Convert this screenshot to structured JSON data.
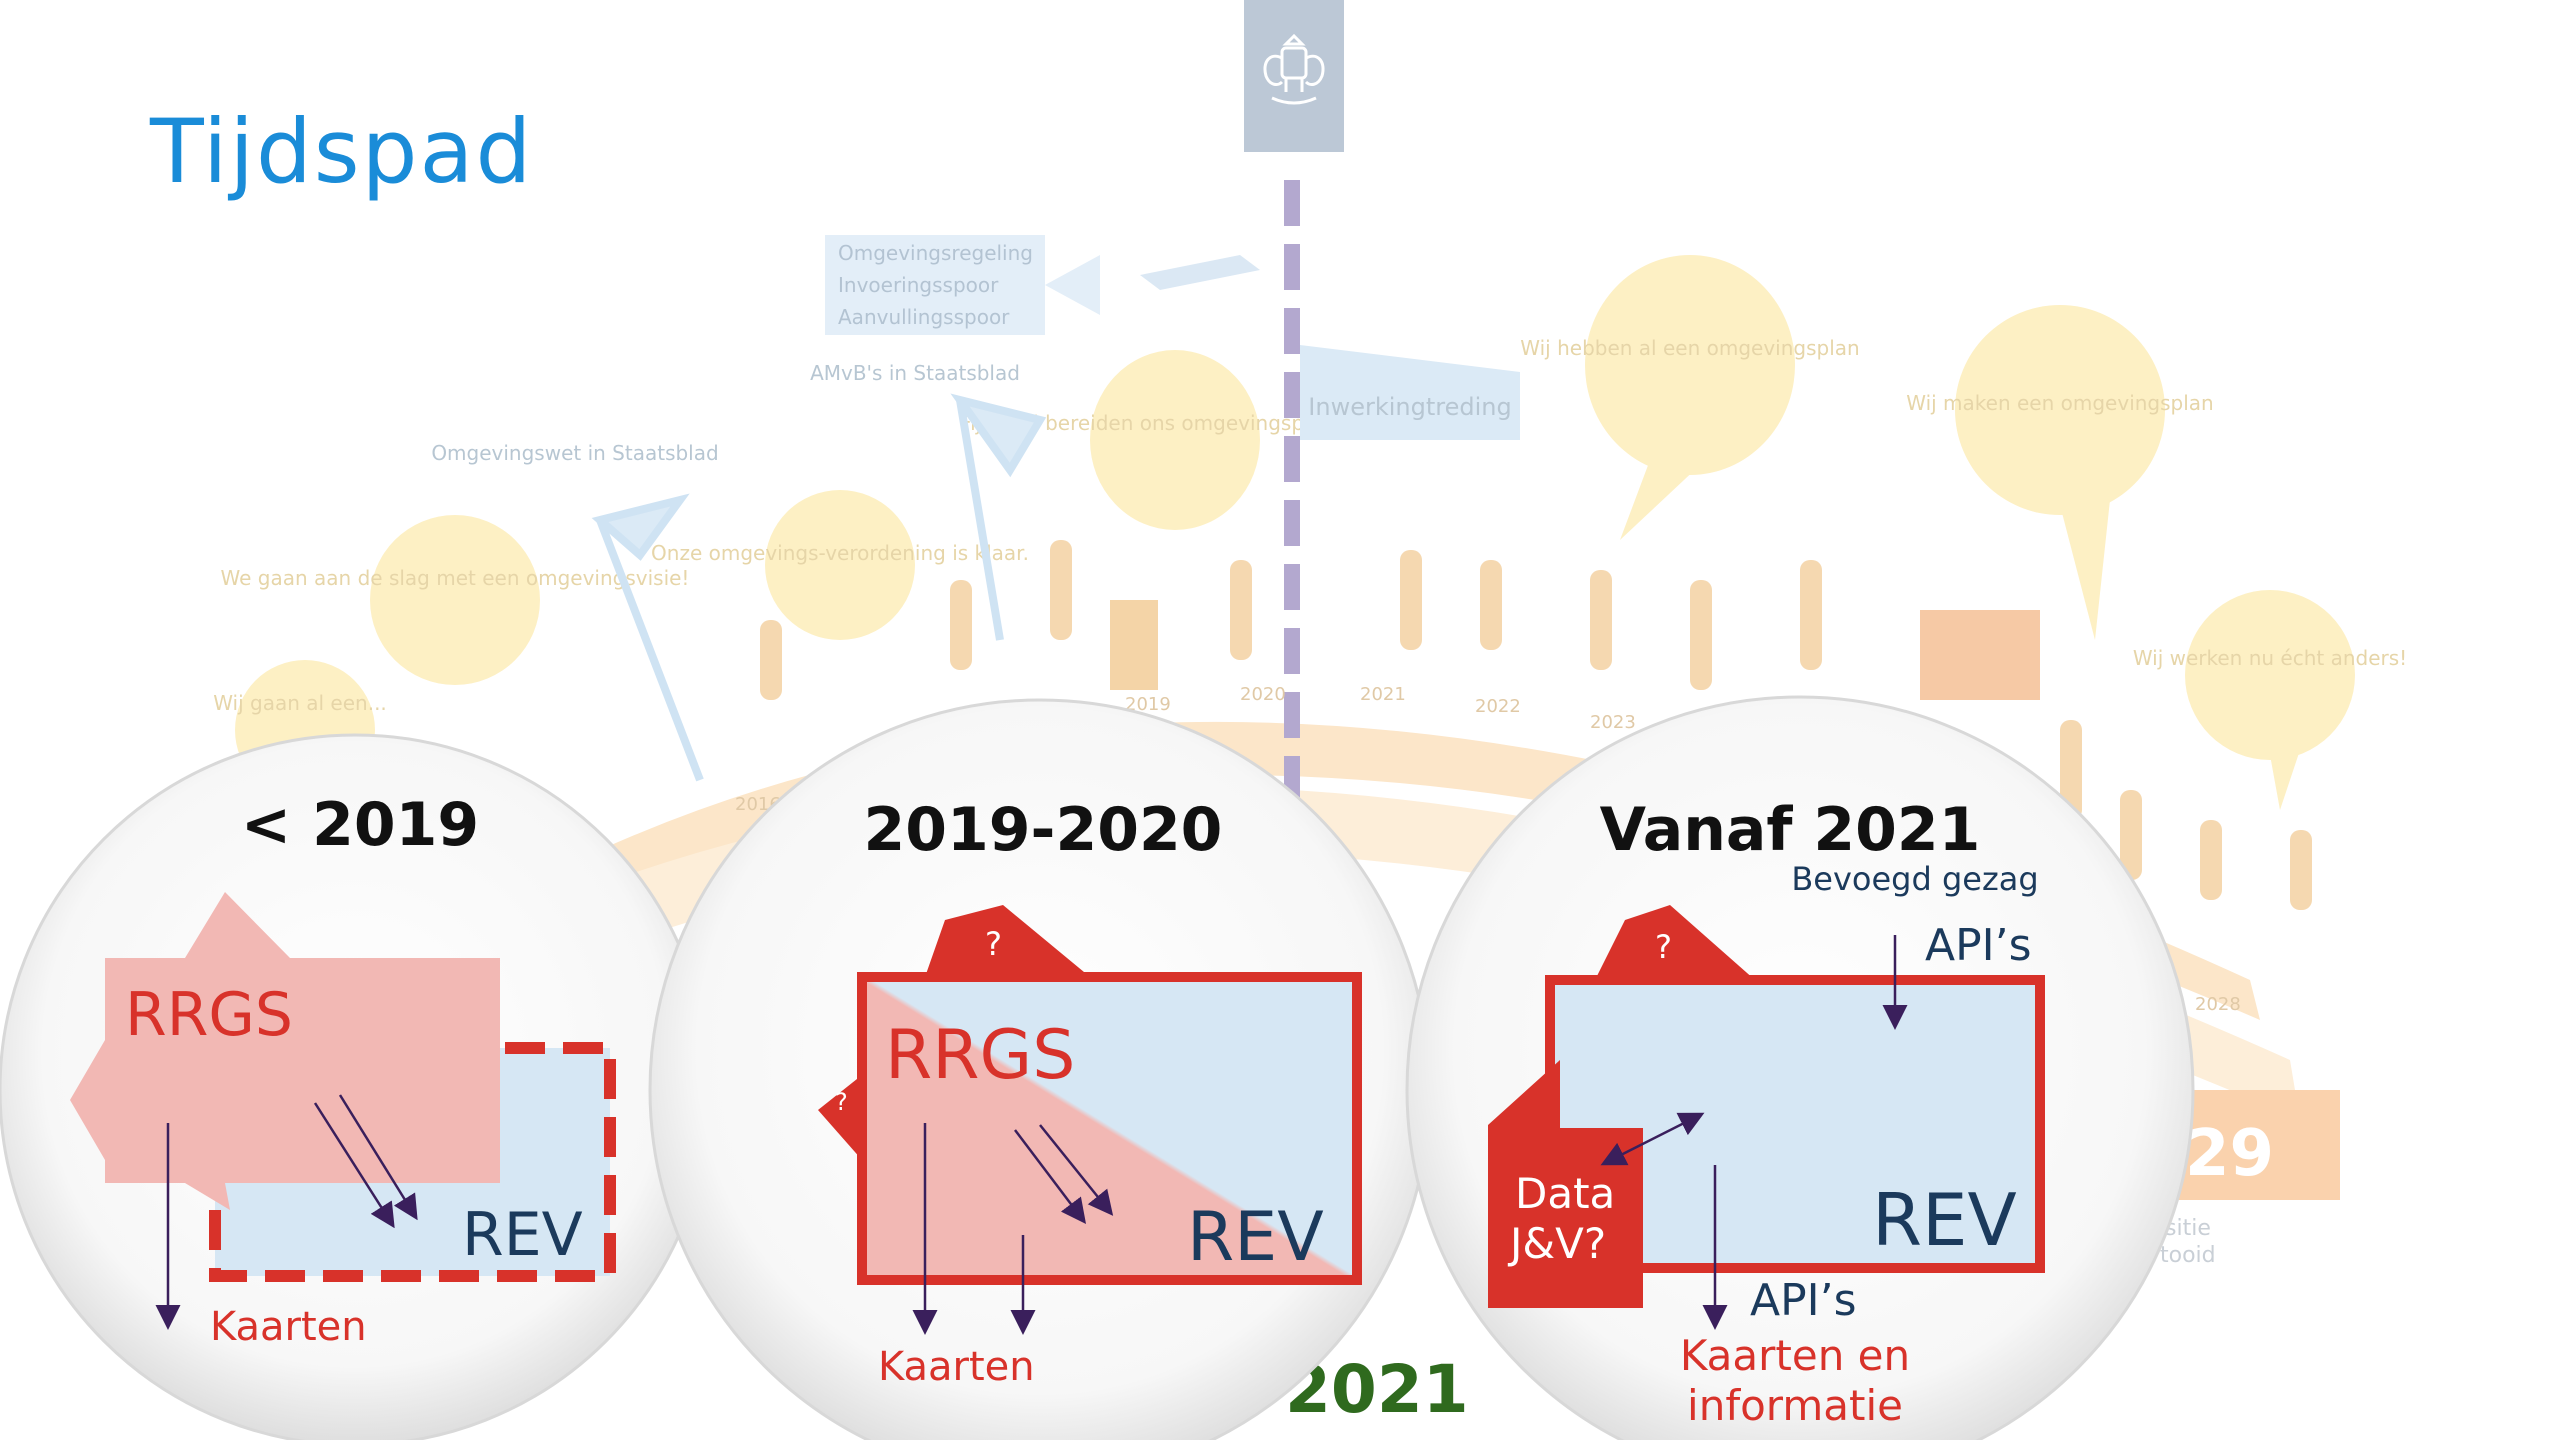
{
  "page": {
    "title": "Tijdspad"
  },
  "background_timeline": {
    "overlay_bubbles": [
      "Wij gaan al een...",
      "We gaan aan de slag met een omgevingsvisie!",
      "Onze omgevings-verordening is klaar.",
      "Fijn! Wij bereiden ons omgevingsplan voor.",
      "Wij hebben al een omgevingsplan",
      "Wij maken een omgevingsplan",
      "Wij werken nu écht anders!"
    ],
    "flags": [
      "Omgevingswet in Staatsblad",
      "AMvB's in Staatsblad",
      "Inwerkingtreding"
    ],
    "plane_banner": [
      "Omgevingsregeling",
      "Invoeringsspoor",
      "Aanvullingsspoor"
    ],
    "years": [
      "2016",
      "2019",
      "2020",
      "2021",
      "2022",
      "2023",
      "2028"
    ],
    "big_year": "2021",
    "right_year_partial": "29",
    "right_caption_partial": [
      "sitie",
      "tooid"
    ]
  },
  "phases": [
    {
      "heading": "< 2019",
      "rrgs_label": "RRGS",
      "rev_label": "REV",
      "output_label": "Kaarten"
    },
    {
      "heading": "2019-2020",
      "rrgs_label": "RRGS",
      "rev_label": "REV",
      "question_mark_1": "?",
      "question_mark_2": "?",
      "output_label": "Kaarten"
    },
    {
      "heading": "Vanaf 2021",
      "authority_label": "Bevoegd gezag",
      "api_top_label": "API’s",
      "question_mark": "?",
      "data_label_line1": "Data",
      "data_label_line2": "J&V?",
      "rev_label": "REV",
      "api_bottom_label": "API’s",
      "output_label_line1": "Kaarten en",
      "output_label_line2": "informatie"
    }
  ],
  "colors": {
    "title_blue": "#1a8cd8",
    "red": "#d8322a",
    "pink": "#f2b8b4",
    "light_blue": "#d6e7f4",
    "navy": "#1b3a5c",
    "dark_green": "#2f6a1e",
    "faded_yellow": "#fbe9ad",
    "faded_orange": "#f9c9a1",
    "faded_blue_text": "#9cb3c4"
  }
}
